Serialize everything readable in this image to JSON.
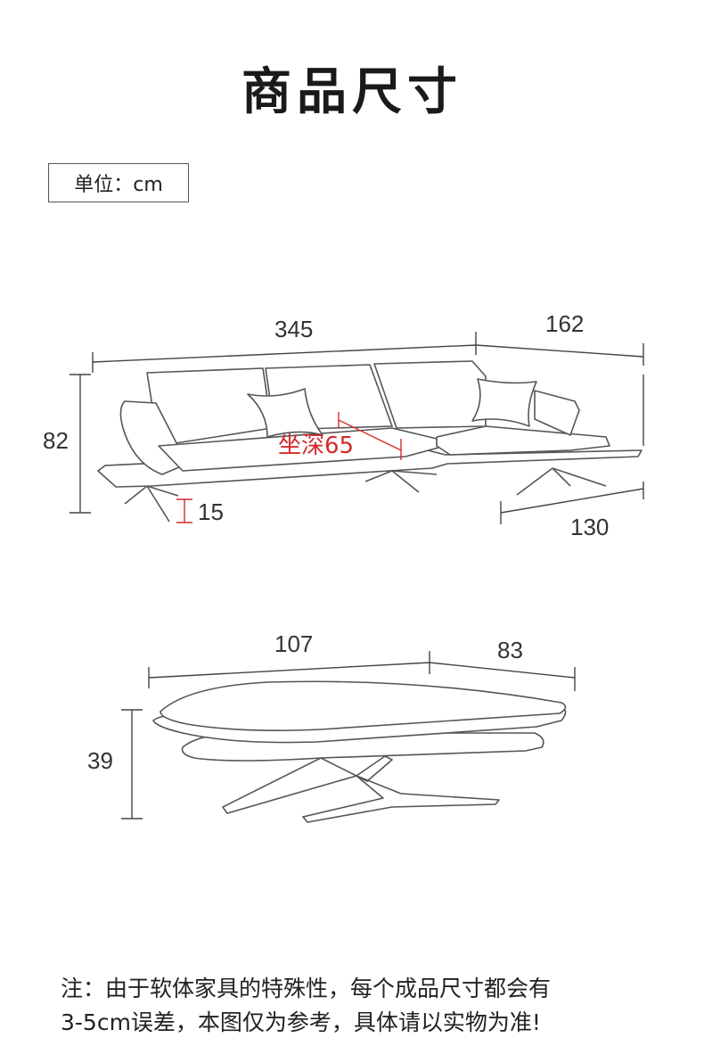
{
  "title": "商品尺寸",
  "unit_label": "单位：cm",
  "sofa_dims": {
    "length": "345",
    "chaise_depth": "162",
    "height": "82",
    "seat_depth": "坐深65",
    "leg_height": "15",
    "chaise_width": "130"
  },
  "ottoman_dims": {
    "length": "107",
    "width": "83",
    "height": "39"
  },
  "note_lines": [
    "注：由于软体家具的特殊性，每个成品尺寸都会有",
    "3-5cm误差，本图仅为参考，具体请以实物为准!"
  ],
  "colors": {
    "line": "#555555",
    "accent": "#d42a2a"
  }
}
